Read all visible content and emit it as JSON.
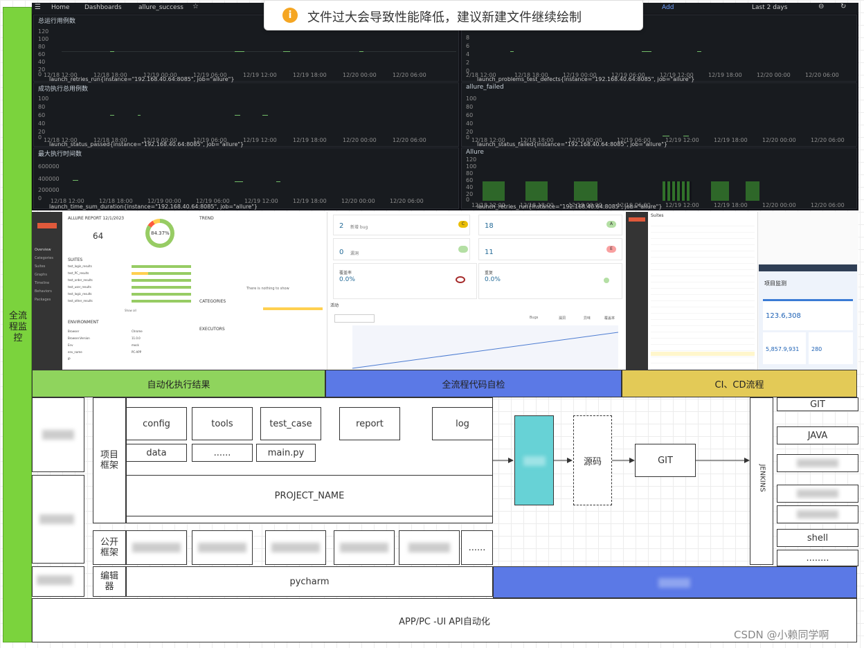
{
  "notice": {
    "text": "文件过大会导致性能降低，建议新建文件继续绘制"
  },
  "left_strip": {
    "label": "全流程监控"
  },
  "grafana": {
    "breadcrumb": [
      "Home",
      "Dashboards",
      "allure_success"
    ],
    "add_label": "Add",
    "time_range": "Last 2 days",
    "panels": [
      {
        "title": "总运行用例数",
        "y_ticks": [
          "120",
          "100",
          "80",
          "60",
          "40",
          "20",
          "0"
        ],
        "x_ticks": [
          "12/18 12:00",
          "12/18 18:00",
          "12/19 00:00",
          "12/19 06:00",
          "12/19 12:00",
          "12/19 18:00",
          "12/20 00:00",
          "12/20 06:00"
        ],
        "legend": "launch_retries_run{instance=\"192.168.40.64:8085\", job=\"allure\"}"
      },
      {
        "title": "",
        "y_ticks": [
          "8",
          "6",
          "4",
          "2",
          "0"
        ],
        "x_ticks": [
          "2/18 12:00",
          "12/18 18:00",
          "12/19 00:00",
          "12/19 06:00",
          "12/19 12:00",
          "12/19 18:00",
          "12/20 00:00",
          "12/20 06:00"
        ],
        "legend": "launch_problems_test_defects{instance=\"192.168.40.64:8085\", job=\"allure\"}"
      },
      {
        "title": "成功执行总用例数",
        "y_ticks": [
          "100",
          "80",
          "60",
          "40",
          "20",
          "0"
        ],
        "x_ticks": [
          "12/18 12:00",
          "12/18 18:00",
          "12/19 00:00",
          "12/19 06:00",
          "12/19 12:00",
          "12/19 18:00",
          "12/20 00:00",
          "12/20 06:00"
        ],
        "legend": "launch_status_passed{instance=\"192.168.40.64:8085\", job=\"allure\"}"
      },
      {
        "title": "allure_failed",
        "y_ticks": [
          "100",
          "80",
          "60",
          "40",
          "20",
          "0"
        ],
        "x_ticks": [
          "12/18 12:00",
          "12/18 18:00",
          "12/19 00:00",
          "12/19 06:00",
          "12/19 12:00",
          "12/19 18:00",
          "12/20 00:00",
          "12/20 06:00"
        ],
        "legend": "launch_status_failed{instance=\"192.168.40.64:8085\", job=\"allure\"}"
      },
      {
        "title": "最大执行时间数",
        "y_ticks": [
          "600000",
          "400000",
          "200000",
          "0"
        ],
        "x_ticks": [
          "12/18 12:00",
          "12/18 18:00",
          "12/19 00:00",
          "12/19 06:00",
          "12/19 12:00",
          "12/19 18:00",
          "12/20 00:00",
          "12/20 06:00"
        ],
        "legend": "launch_time_sum_duration{instance=\"192.168.40.64:8085\", job=\"allure\"}"
      },
      {
        "title": "Allure",
        "y_ticks": [
          "120",
          "100",
          "80",
          "60",
          "40",
          "20",
          "0"
        ],
        "x_ticks": [
          "12/18 12:00",
          "12/18 18:00",
          "12/19 00:00",
          "12/19 06:00",
          "12/19 12:00",
          "12/19 18:00",
          "12/20 00:00",
          "12/20 06:00"
        ],
        "legend": "launch_retries_run{instance=\"192.168.40.64:8085\", job=\"allure\"}"
      }
    ]
  },
  "allure": {
    "report_title": "ALLURE REPORT 12/1/2023",
    "test_cases": "64",
    "pass_rate": "84.37%",
    "trend": "TREND",
    "suites": "SUITES",
    "categories": "CATEGORIES",
    "environment": "ENVIRONMENT",
    "executors": "EXECUTORS",
    "nothing": "There is nothing to show",
    "show_all": "Show all",
    "nav": [
      "Overview",
      "Categories",
      "Suites",
      "Graphs",
      "Timeline",
      "Behaviors",
      "Packages"
    ],
    "suite_rows": [
      "test_login_results",
      "test_PC_results",
      "test_order_results",
      "test_user_results",
      "test_logic_results",
      "test_other_results"
    ],
    "env_rows": [
      [
        "Browser",
        "Chrome"
      ],
      [
        "Browser.Version",
        "11.0.0"
      ],
      [
        "Env",
        "mock"
      ],
      [
        "env_name",
        "PC-APP"
      ],
      [
        "IP",
        ""
      ]
    ]
  },
  "sonar": {
    "bugs": "2",
    "bugs_label": "新增 bug",
    "bugs_grade": "C",
    "vulns": "0",
    "vulns_label": "漏洞",
    "smells": "18",
    "smells_grade": "A",
    "hotspots": "11",
    "hotspots_grade": "E",
    "coverage": "0.0%",
    "coverage_label": "覆盖率",
    "dup": "0.0%",
    "dup_label": "重复",
    "activity": "活动",
    "legend": [
      "Bugs",
      "漏洞",
      "异味",
      "覆盖率"
    ]
  },
  "suites_panel": {
    "title": "Suites",
    "mobile_title": "项目监测",
    "mobile_value1": "123.6,308",
    "mobile_value2": "5,857.9,931",
    "mobile_value3": "280"
  },
  "bands": [
    {
      "label": "自动化执行结果",
      "color": "#8fd45d"
    },
    {
      "label": "全流程代码自检",
      "color": "#5b79e6"
    },
    {
      "label": "CI、CD流程",
      "color": "#e3ca57"
    }
  ],
  "framework": {
    "project_framework": "项目框架",
    "public_framework": "公开框架",
    "editor": "编辑器",
    "boxes": [
      "config",
      "tools",
      "test_case",
      "report",
      "log",
      "data",
      "......",
      "main.py"
    ],
    "project_name": "PROJECT_NAME",
    "ellipsis": "......",
    "pycharm": "pycharm",
    "source": "源码",
    "git": "GIT",
    "jenkins": "JENKINS",
    "footer": "APP/PC -UI API自动化",
    "right_items": [
      "GIT",
      "JAVA",
      "shell",
      "........"
    ]
  },
  "watermark": "CSDN @小赖同学啊"
}
